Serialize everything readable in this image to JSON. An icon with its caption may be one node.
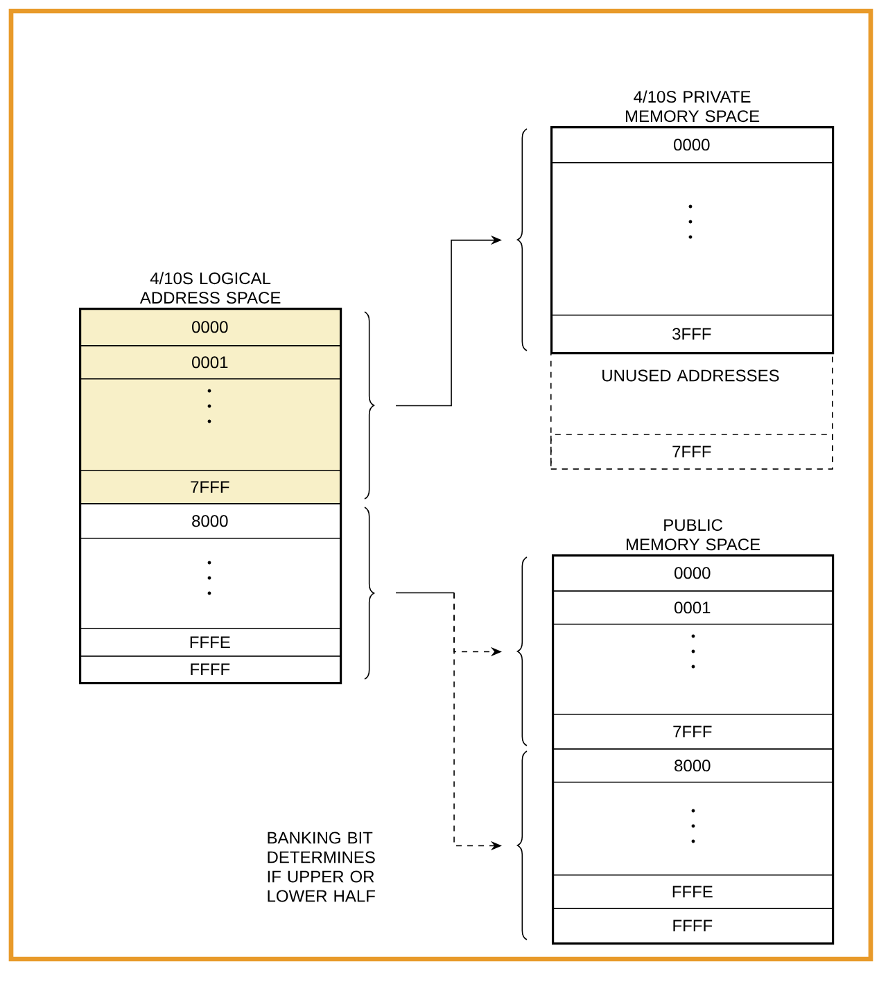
{
  "diagram": {
    "nodes": [
      {
        "text": [
          "4/10S LOGICAL ADDRESS SPACE"
        ]
      },
      {
        "text": [],
        "shape": "box",
        "in": 0
      },
      {
        "text": [
          "0000"
        ],
        "in": 1
      },
      {
        "text": [
          "0001"
        ],
        "in": 1
      },
      {
        "text": [
          "7FFF"
        ],
        "in": 1
      },
      {
        "text": [],
        "shape": "box",
        "in": 0
      },
      {
        "text": [
          "8000"
        ],
        "in": 5
      },
      {
        "text": [
          "FFFE"
        ],
        "in": 5
      },
      {
        "text": [
          "FFFF"
        ],
        "in": 5
      },
      {
        "text": [
          "4/10S PRIVATE MEMORY SPACE"
        ]
      },
      {
        "text": [
          "0000"
        ],
        "in": 9
      },
      {
        "text": [
          "3FFF"
        ],
        "in": 9
      },
      {
        "text": [
          "UNUSED ADDRESSES"
        ]
      },
      {
        "text": [
          "7FFF"
        ],
        "in": 12
      },
      {
        "text": [
          "PUBLIC MEMORY SPACE"
        ]
      },
      {
        "text": [],
        "shape": "box",
        "in": 14
      },
      {
        "text": [
          "0000"
        ],
        "in": 15
      },
      {
        "text": [
          "0001"
        ],
        "in": 15
      },
      {
        "text": [
          "7FFF"
        ],
        "in": 15
      },
      {
        "text": [],
        "shape": "box",
        "in": 14
      },
      {
        "text": [
          "8000"
        ],
        "in": 19
      },
      {
        "text": [
          "FFFE"
        ],
        "in": 19
      },
      {
        "text": [
          "FFFF"
        ],
        "in": 19
      }
    ],
    "edges": [
      {
        "from": 1,
        "to": 9,
        "arrow": "to"
      },
      {
        "from": 5,
        "to": 15,
        "arrow": "to",
        "style": "dashed"
      },
      {
        "from": 5,
        "to": 19,
        "arrow": "to",
        "style": "dashed"
      }
    ],
    "labels": [
      "BANKING BIT DETERMINES IF UPPER OR LOWER HALF"
    ]
  }
}
